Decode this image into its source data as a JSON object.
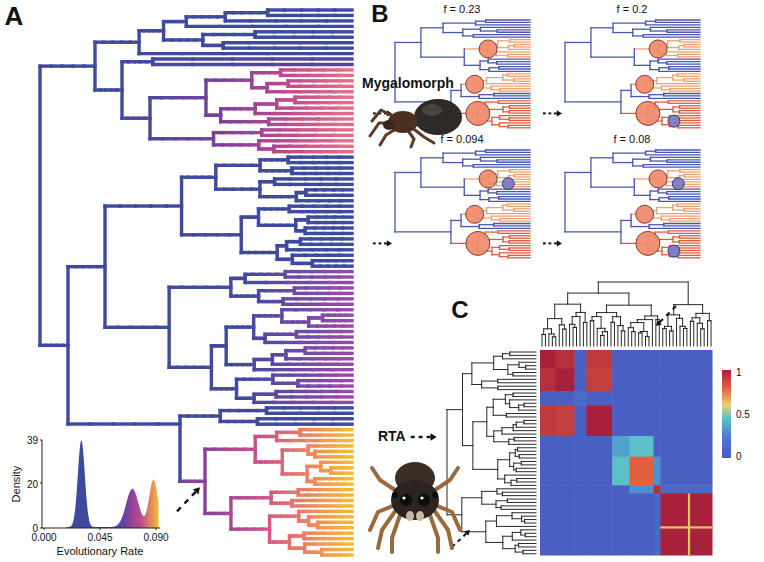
{
  "diagram": {
    "labels": [
      "A",
      "B",
      "C",
      "Mygalomorph",
      "RTA",
      "f = 0.23",
      "f = 0.2",
      "f = 0.094",
      "f = 0.08",
      "39",
      "20",
      "0",
      "0.000",
      "0.045",
      "0.090",
      "Density",
      "Evolutionary Rate",
      "1",
      "0.5",
      "0"
    ]
  }
}
